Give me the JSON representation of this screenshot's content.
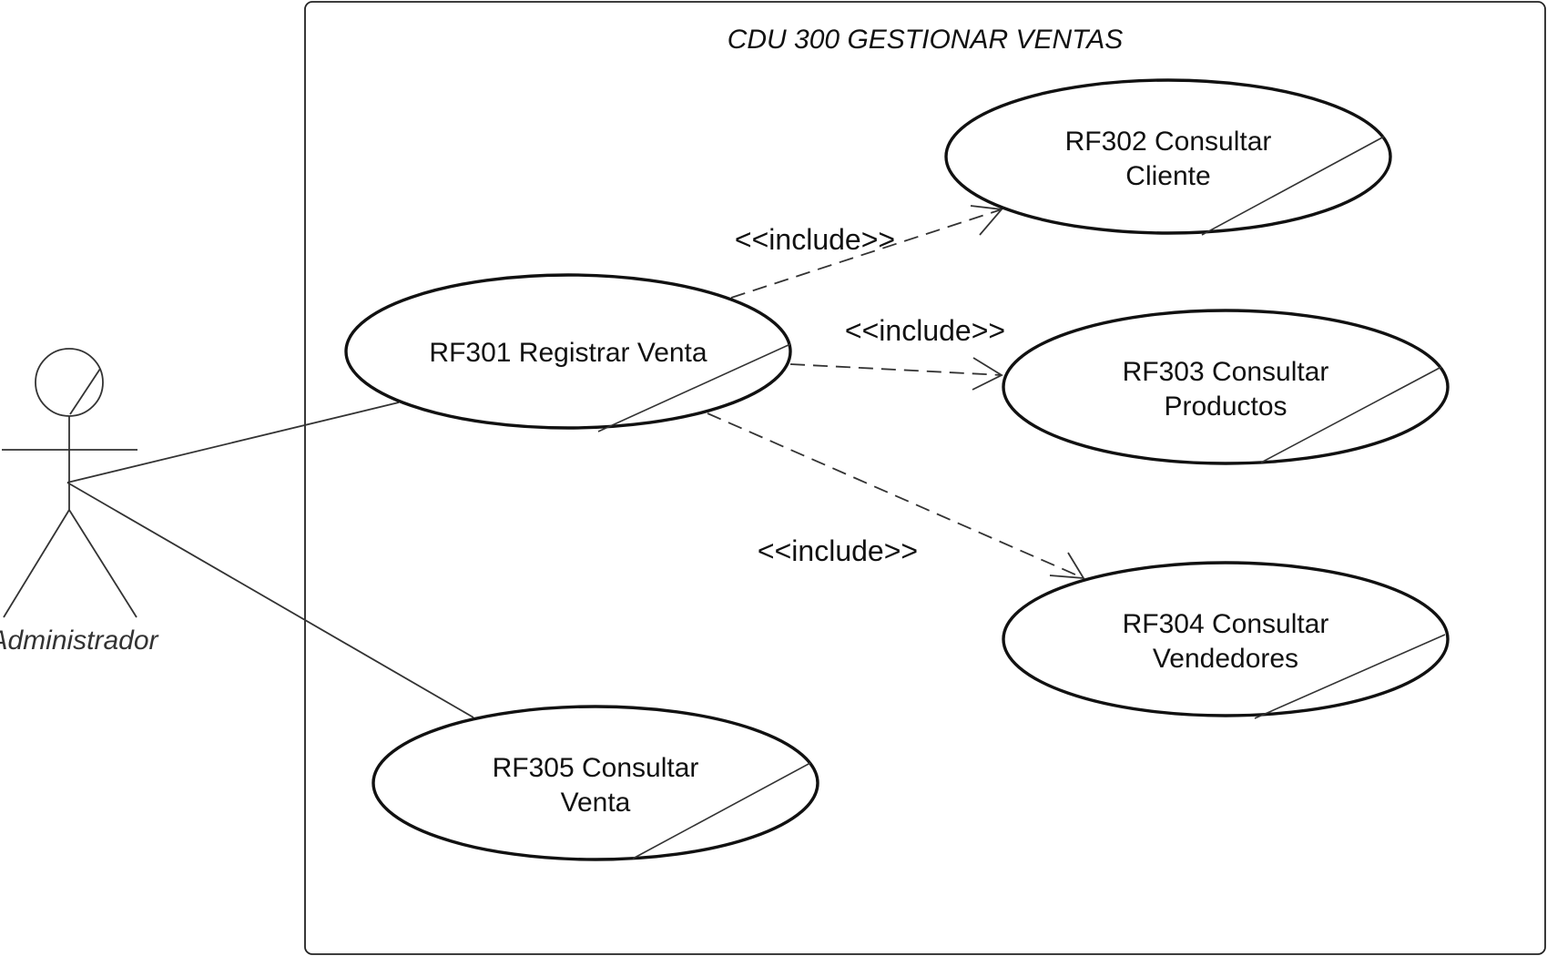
{
  "diagram": {
    "system_title": "CDU 300 GESTIONAR VENTAS",
    "actor": {
      "name": "Administrador"
    },
    "use_cases": [
      {
        "id": "RF301",
        "lines": [
          "RF301 Registrar Venta"
        ]
      },
      {
        "id": "RF302",
        "lines": [
          "RF302 Consultar",
          "Cliente"
        ]
      },
      {
        "id": "RF303",
        "lines": [
          "RF303 Consultar",
          "Productos"
        ]
      },
      {
        "id": "RF304",
        "lines": [
          "RF304 Consultar",
          "Vendedores"
        ]
      },
      {
        "id": "RF305",
        "lines": [
          "RF305 Consultar",
          "Venta"
        ]
      }
    ],
    "relations": [
      {
        "type": "association",
        "from": "actor",
        "to": "RF301"
      },
      {
        "type": "association",
        "from": "actor",
        "to": "RF305"
      },
      {
        "type": "include",
        "from": "RF301",
        "to": "RF302",
        "label": "<<include>>"
      },
      {
        "type": "include",
        "from": "RF301",
        "to": "RF303",
        "label": "<<include>>"
      },
      {
        "type": "include",
        "from": "RF301",
        "to": "RF304",
        "label": "<<include>>"
      }
    ]
  }
}
